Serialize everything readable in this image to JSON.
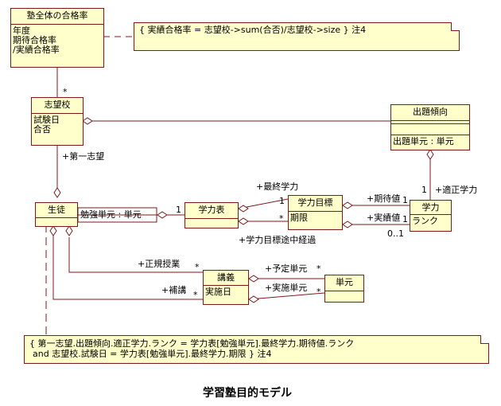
{
  "colors": {
    "box_fill": "#ffffcc",
    "line": "#7f1a1a"
  },
  "classes": {
    "juku": {
      "name": "塾全体の合格率",
      "attrs": [
        "年度",
        "期待合格率",
        "/実績合格率"
      ]
    },
    "shiboukou": {
      "name": "志望校",
      "attrs": [
        "試験日",
        "合否"
      ]
    },
    "shutsudai": {
      "name": "出題傾向",
      "attrs": [
        "出題単元 : 単元"
      ]
    },
    "seito": {
      "name": "生徒",
      "attrs": []
    },
    "gakuryokuhyo": {
      "name": "学力表",
      "attrs": []
    },
    "gakuryokumokuhyo": {
      "name": "学力目標",
      "attrs": [
        "期限"
      ]
    },
    "gakuryoku": {
      "name": "学力",
      "attrs": [
        "ランク"
      ]
    },
    "kougi": {
      "name": "講義",
      "attrs": [
        "実施日"
      ]
    },
    "tangen": {
      "name": "単元",
      "attrs": []
    }
  },
  "notes": {
    "top": "{ 実績合格率 = 志望校->sum(合否)/志望校->size } 注4",
    "bottom_line1": "{ 第一志望.出題傾向.適正学力.ランク = 学力表[勉強単元].最終学力.期待値.ランク",
    "bottom_line2": "and 志望校.試験日 = 学力表[勉強単元].最終学力.期限 } 注4"
  },
  "labels": {
    "mult_star_juku": "*",
    "first_choice": "+第一志望",
    "study_unit_qual": "勉強単元 : 単元",
    "mult_one_hyo": "1",
    "final_ability": "+最終学力",
    "mult_one_moku": "1",
    "mult_star_moku": "*",
    "intermediate": "+学力目標途中経過",
    "expected": "+期待値",
    "actual": "+実績値",
    "mult_one_expected": "1",
    "mult_one_actual": "1",
    "mult_zero_one": "0..1",
    "appropriate": "+適正学力",
    "mult_one_appropriate": "1",
    "regular_class": "+正規授業",
    "mult_star_regular": "*",
    "supplementary": "+補講",
    "mult_star_supp": "*",
    "planned_unit": "+予定単元",
    "mult_star_planned": "*",
    "executed_unit": "+実施単元",
    "mult_star_executed": "*"
  },
  "caption": "学習塾目的モデル"
}
